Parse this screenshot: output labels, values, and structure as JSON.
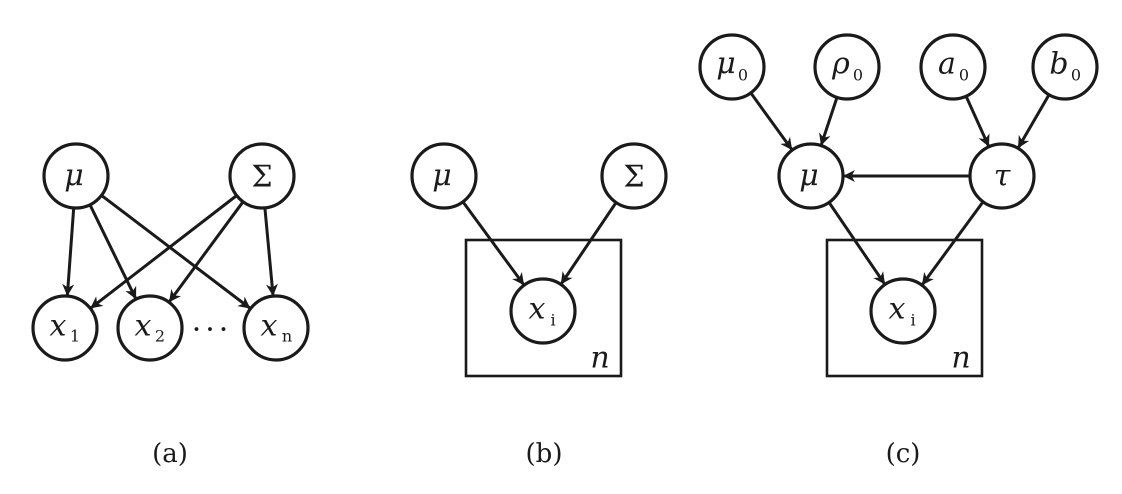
{
  "panels": [
    {
      "caption": "(a)",
      "nodes": [
        {
          "key": "mu",
          "label": "μ",
          "sub": ""
        },
        {
          "key": "sigma",
          "label": "Σ",
          "sub": ""
        },
        {
          "key": "x1",
          "label": "x",
          "sub": "1"
        },
        {
          "key": "x2",
          "label": "x",
          "sub": "2"
        },
        {
          "key": "xn",
          "label": "x",
          "sub": "n"
        }
      ],
      "ellipsis": "···",
      "edges": [
        [
          "mu",
          "x1"
        ],
        [
          "mu",
          "x2"
        ],
        [
          "mu",
          "xn"
        ],
        [
          "sigma",
          "x1"
        ],
        [
          "sigma",
          "x2"
        ],
        [
          "sigma",
          "xn"
        ]
      ]
    },
    {
      "caption": "(b)",
      "nodes": [
        {
          "key": "mu",
          "label": "μ",
          "sub": ""
        },
        {
          "key": "sigma",
          "label": "Σ",
          "sub": ""
        },
        {
          "key": "xi",
          "label": "x",
          "sub": "i"
        }
      ],
      "plate": {
        "label": "n"
      },
      "edges": [
        [
          "mu",
          "xi"
        ],
        [
          "sigma",
          "xi"
        ]
      ]
    },
    {
      "caption": "(c)",
      "nodes": [
        {
          "key": "mu0",
          "label": "μ",
          "sub": "0"
        },
        {
          "key": "rho0",
          "label": "ρ",
          "sub": "0"
        },
        {
          "key": "a0",
          "label": "a",
          "sub": "0"
        },
        {
          "key": "b0",
          "label": "b",
          "sub": "0"
        },
        {
          "key": "mu",
          "label": "μ",
          "sub": ""
        },
        {
          "key": "tau",
          "label": "τ",
          "sub": ""
        },
        {
          "key": "xi",
          "label": "x",
          "sub": "i"
        }
      ],
      "plate": {
        "label": "n"
      },
      "edges": [
        [
          "mu0",
          "mu"
        ],
        [
          "rho0",
          "mu"
        ],
        [
          "a0",
          "tau"
        ],
        [
          "b0",
          "tau"
        ],
        [
          "tau",
          "mu"
        ],
        [
          "mu",
          "xi"
        ],
        [
          "tau",
          "xi"
        ]
      ]
    }
  ]
}
